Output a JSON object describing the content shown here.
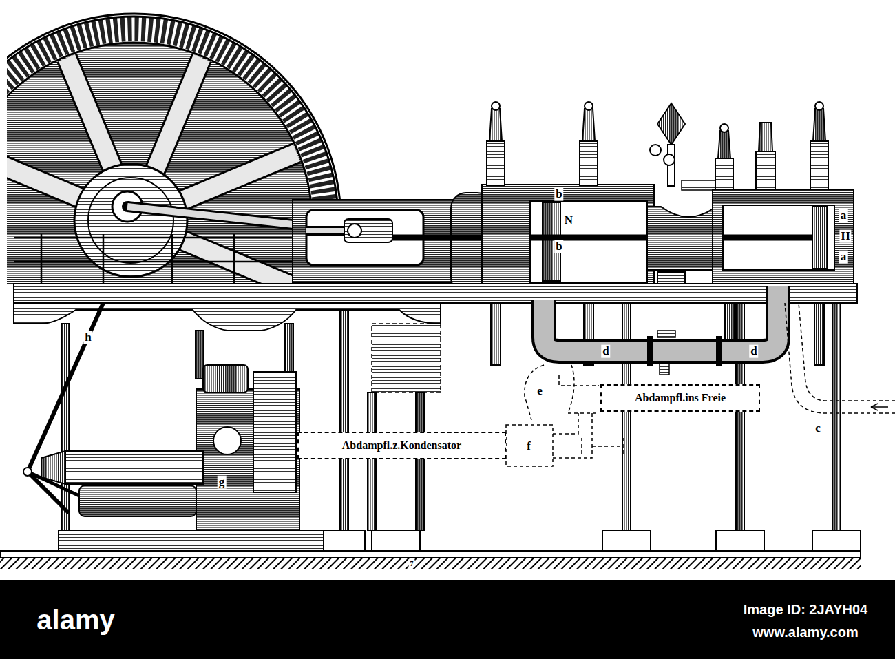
{
  "diagram": {
    "nodes": [
      {
        "text": [
          "Abdampfl.ins Freie"
        ]
      },
      {
        "text": [
          "Abdampfl.z.Kondensator"
        ]
      }
    ],
    "labels": [
      "b",
      "N",
      "b",
      "a",
      "H",
      "a",
      "h",
      "d",
      "d",
      "e",
      "c",
      "g",
      "f",
      "7",
      "alamy",
      "Image ID: 2JAYH04",
      "www.alamy.com"
    ]
  }
}
